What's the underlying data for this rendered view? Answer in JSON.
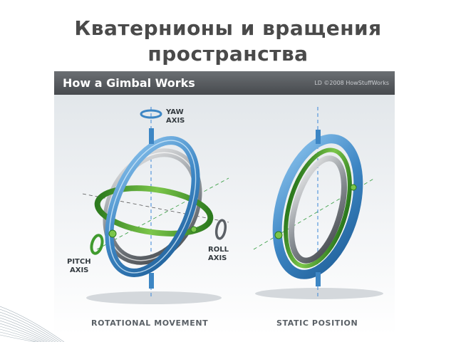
{
  "slide": {
    "title_line1": "Кватернионы и вращения",
    "title_line2": "пространства"
  },
  "figure": {
    "title": "How a Gimbal Works",
    "copyright": "LD ©2008 HowStuffWorks",
    "labels": {
      "yaw_line1": "YAW",
      "yaw_line2": "AXIS",
      "pitch_line1": "PITCH",
      "pitch_line2": "AXIS",
      "roll_line1": "ROLL",
      "roll_line2": "AXIS"
    },
    "captions": {
      "left": "ROTATIONAL MOVEMENT",
      "right": "STATIC POSITION"
    },
    "colors": {
      "blue_ring": "#4a90c8",
      "green_ring": "#3f9a2e",
      "silver_ring": "#9aa0a6",
      "axis_line": "#3a86d8",
      "header": "#55595d"
    }
  }
}
